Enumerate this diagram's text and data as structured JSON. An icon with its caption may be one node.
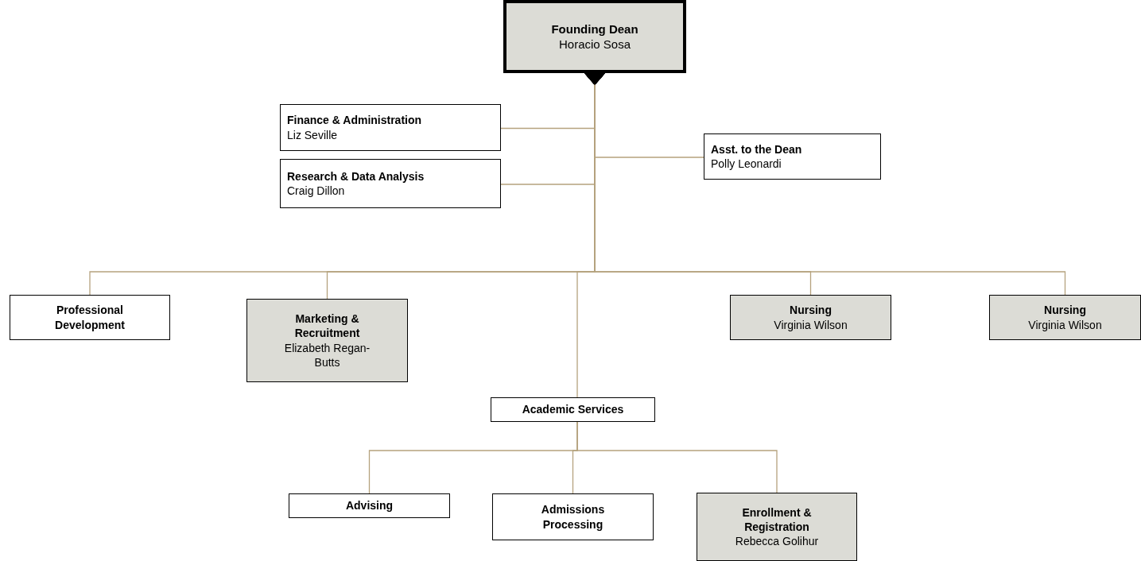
{
  "diagram": {
    "nodes": [
      {
        "text": [
          "Founding Dean",
          "Horacio Sosa"
        ]
      },
      {
        "text": [
          "Finance & Administration",
          "Liz Seville"
        ]
      },
      {
        "text": [
          "Research & Data Analysis",
          "Craig Dillon"
        ]
      },
      {
        "text": [
          "Asst. to the Dean",
          "Polly Leonardi"
        ]
      },
      {
        "text": [
          "Professional Development"
        ]
      },
      {
        "text": [
          "Marketing & Recruitment",
          "Elizabeth Regan-Butts"
        ]
      },
      {
        "text": [
          "Nursing",
          "Virginia Wilson"
        ]
      },
      {
        "text": [
          "Nursing",
          "Virginia Wilson"
        ]
      },
      {
        "text": [
          "Academic Services"
        ]
      },
      {
        "text": [
          "Advising"
        ]
      },
      {
        "text": [
          "Admissions Processing"
        ]
      },
      {
        "text": [
          "Enrollment & Registration",
          "Rebecca Golihur"
        ]
      }
    ],
    "edges": [
      {
        "from": 1,
        "to": 0,
        "arrow": "to"
      },
      {
        "from": 2,
        "to": 0,
        "arrow": "to"
      },
      {
        "from": 3,
        "to": 0,
        "arrow": "to"
      },
      {
        "from": 4,
        "to": 0,
        "arrow": "to"
      },
      {
        "from": 5,
        "to": 0,
        "arrow": "to"
      },
      {
        "from": 8,
        "to": 0,
        "arrow": "to"
      },
      {
        "from": 6,
        "to": 0,
        "arrow": "to"
      },
      {
        "from": 7,
        "to": 0,
        "arrow": "to"
      },
      {
        "from": 8,
        "to": 9,
        "arrow": "none"
      },
      {
        "from": 8,
        "to": 10,
        "arrow": "none"
      },
      {
        "from": 8,
        "to": 11,
        "arrow": "none"
      }
    ]
  }
}
